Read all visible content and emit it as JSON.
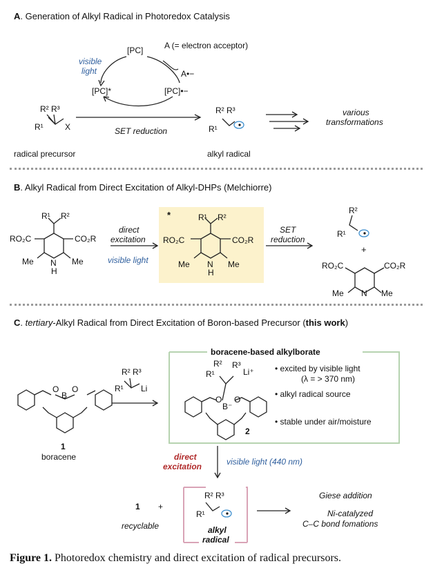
{
  "sectionA": {
    "letter": "A",
    "title": "Generation of Alkyl Radical in Photoredox Catalysis",
    "pc": "[PC]",
    "acceptor": "A (= electron acceptor)",
    "visible": "visible",
    "light": "light",
    "a_radical_anion": "A•−",
    "pc_star": "[PC]*",
    "pc_radical_anion": "[PC]•−",
    "r2r3": "R² R³",
    "r1": "R¹",
    "x": "X",
    "set_reduction": "SET reduction",
    "various": "various",
    "transformations": "transformations",
    "radical_precursor": "radical precursor",
    "alkyl_radical": "alkyl radical"
  },
  "sectionB": {
    "letter": "B",
    "title": "Alkyl Radical from Direct Excitation of Alkyl-DHPs (Melchiorre)",
    "r1": "R¹",
    "r2": "R²",
    "ro2c": "RO₂C",
    "co2r": "CO₂R",
    "me": "Me",
    "n": "N",
    "h": "H",
    "direct": "direct",
    "excitation": "excitation",
    "visible_light": "visible light",
    "star": "*",
    "set": "SET",
    "reduction": "reduction",
    "plus": "+"
  },
  "sectionC": {
    "letter": "C",
    "title_italic": "tertiary",
    "title_main": "-Alkyl Radical from Direct Excitation of Boron-based Precursor (",
    "title_bold": "this work",
    "title_end": ")",
    "b": "B",
    "o": "O",
    "compound_number_1": "1",
    "boracene": "boracene",
    "r2r3": "R² R³",
    "r1": "R¹",
    "li": "Li",
    "box_title": "boracene-based alkylborate",
    "r2": "R²",
    "r3": "R³",
    "li_plus": "Li⁺",
    "o_minus": "O",
    "b_minus": "B⁻",
    "bullet_1": "• excited by visible light",
    "bullet_1b": "(λ = > 370 nm)",
    "bullet_2": "• alkyl radical source",
    "bullet_3": "• stable under air/moisture",
    "compound_number_2": "2",
    "direct": "direct",
    "excitation": "excitation",
    "visible_light_440": "visible light (440 nm)",
    "one": "1",
    "plus": "+",
    "recyclable": "recyclable",
    "alkyl": "alkyl",
    "radical": "radical",
    "giese": "Giese addition",
    "ni_catalyzed": "Ni-catalyzed",
    "cc_bond": "C–C bond fomations"
  },
  "caption": {
    "label": "Figure 1.",
    "text": " Photoredox chemistry and direct excitation of radical precursors."
  },
  "colors": {
    "blue_text": "#2f5f9e",
    "red_text": "#b02a2a",
    "highlight": "#fcf2cc",
    "green_box": "#b6d3b0",
    "pink_box": "#d9a3b6",
    "radical_orbital": "#3d8fcf"
  }
}
